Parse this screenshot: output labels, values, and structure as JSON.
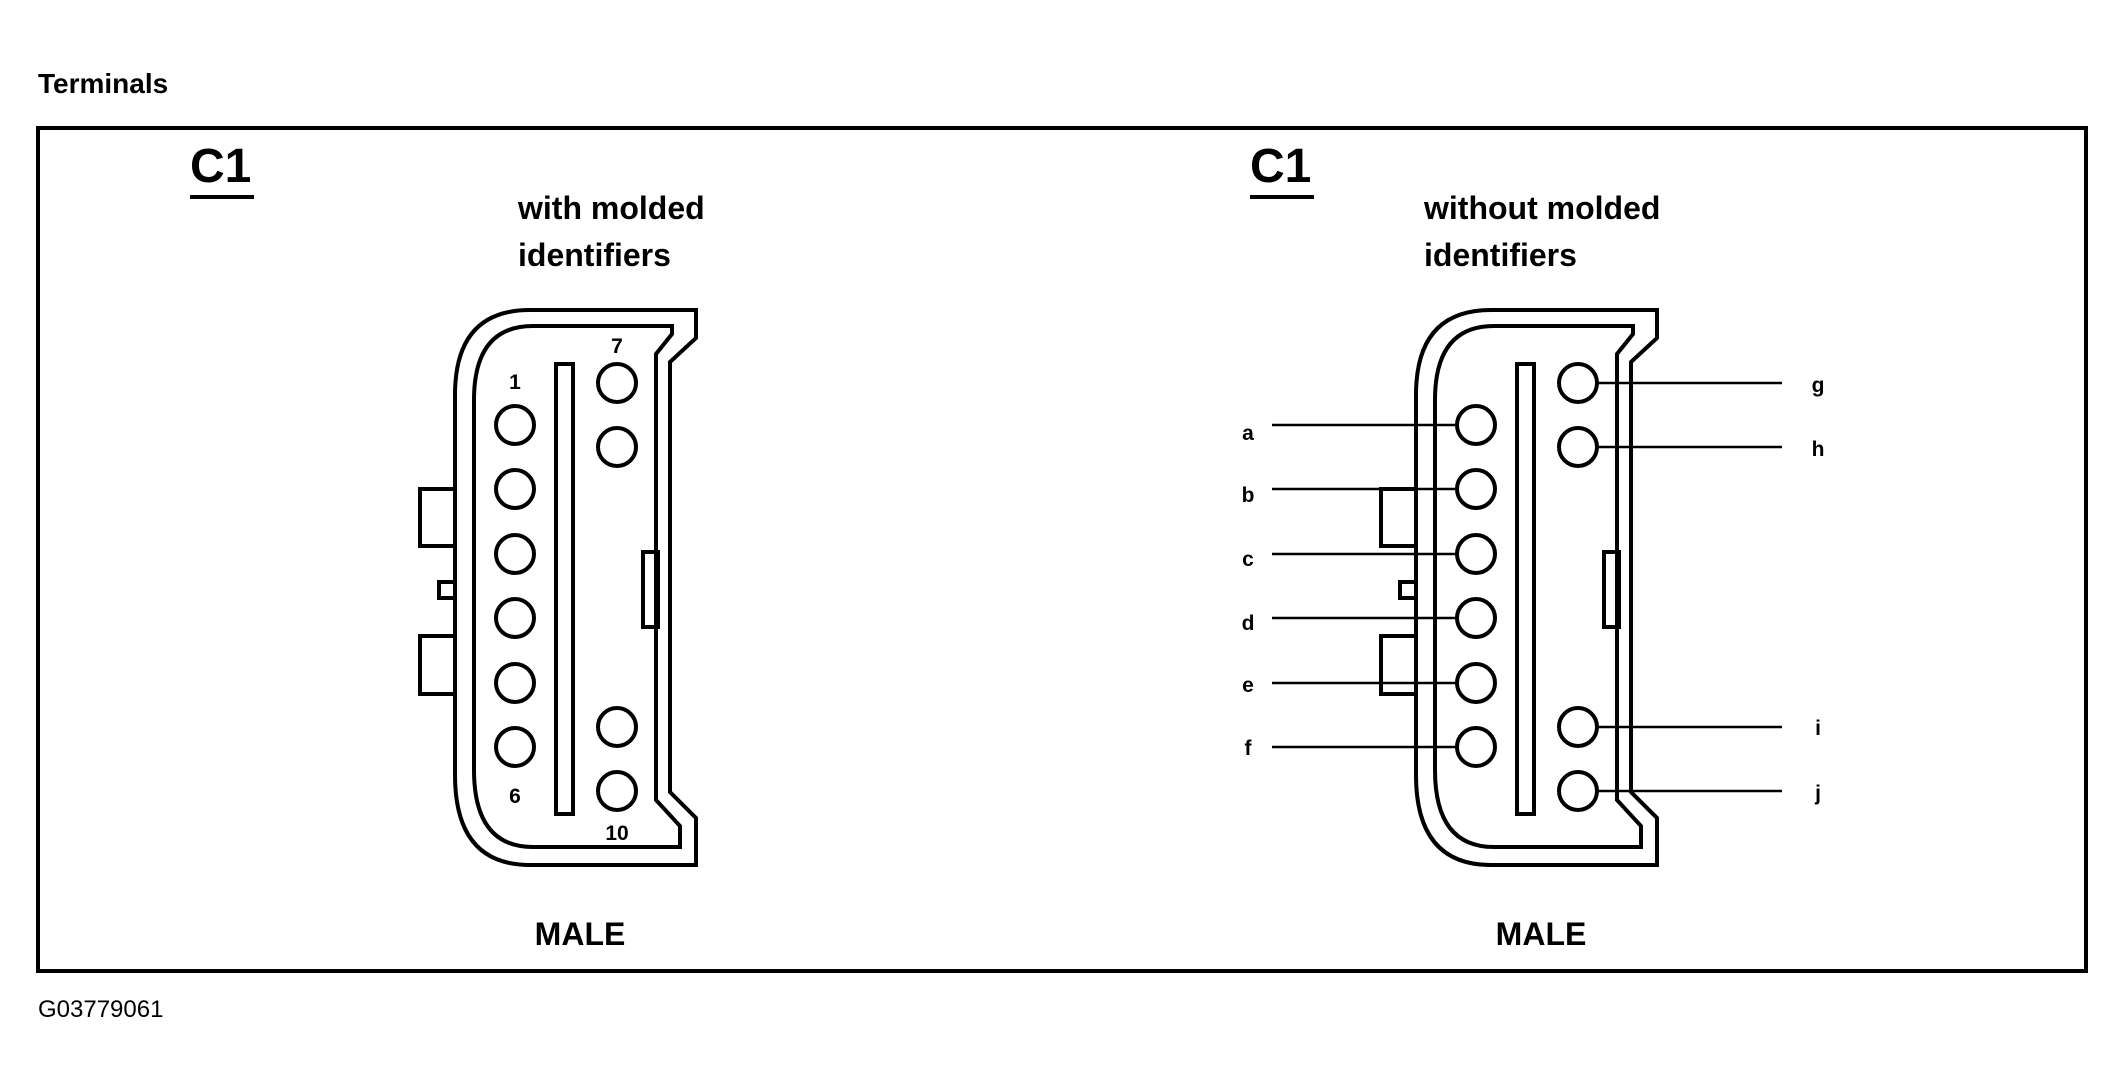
{
  "header": {
    "title": "Terminals"
  },
  "footer": {
    "figure_id": "G03779061"
  },
  "connectors": [
    {
      "name": "C1",
      "caption_line1": "with molded",
      "caption_line2": "identifiers",
      "gender": "MALE",
      "pin_labels": {
        "top_left": "1",
        "bottom_left": "6",
        "top_right": "7",
        "bottom_right": "10"
      }
    },
    {
      "name": "C1",
      "caption_line1": "without molded",
      "caption_line2": "identifiers",
      "gender": "MALE",
      "pin_labels": {
        "a": "a",
        "b": "b",
        "c": "c",
        "d": "d",
        "e": "e",
        "f": "f",
        "g": "g",
        "h": "h",
        "i": "i",
        "j": "j"
      }
    }
  ],
  "colors": {
    "line": "#000000",
    "background": "#ffffff"
  }
}
